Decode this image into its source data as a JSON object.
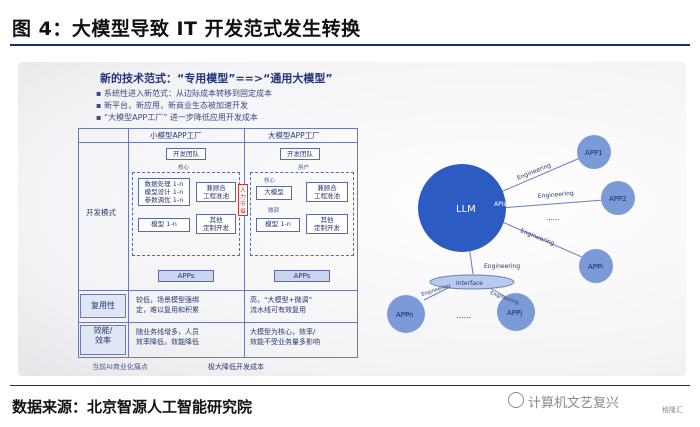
{
  "figure": {
    "title": "图 4：大模型导致 IT 开发范式发生转换",
    "source": "数据来源：北京智源人工智能研究院",
    "watermark": "计算机文艺复兴",
    "watermark_small": "格隆汇"
  },
  "slide": {
    "headline": "新的技术范式：“专用模型”==>“通用大模型”",
    "bullets": [
      "▪ 系统性进入新范式：从边际成本转移到固定成本",
      "▪ 新平台，新应用，新商业生态被加速开发",
      "▪ “大模型APP工厂” 进一步降低应用开发成本"
    ],
    "col_small": "小模型APP工厂",
    "col_large": "大模型APP工厂",
    "row_dev": "开发模式",
    "row_reuse": "复用性",
    "row_eff": "效能/\n效率",
    "left": {
      "team": "开发团队",
      "core": "核心",
      "box1": "数据处理 1-n\n模型设计 1-n\n参数调优 1-n",
      "box2": "兼顾合\n工程准池",
      "box3": "模型 1-n",
      "box4": "其他\n定制开发",
      "apps": "APPs"
    },
    "right": {
      "team": "开发团队",
      "user": "用户",
      "box1": "核心",
      "box2": "大模型",
      "box3": "兼顾合\n工程准池",
      "box4": "微调",
      "box5": "模型 1-n",
      "box6": "其他\n定制开发",
      "apps": "APPs",
      "red_tag": "人力\n节省"
    },
    "reuse_small": "较低，场景模型强绑\n定，难以复用和积累",
    "reuse_large": "高，“大模型+微调”\n流水线可有效复用",
    "eff_small": "随业务线增多，人员\n效率降低，效能降低",
    "eff_large": "大模型为核心，效率/\n效能不受业务量多影响",
    "footer_left": "当前AI商业化痛点",
    "footer_right": "极大降低开发成本"
  },
  "network": {
    "center": "LLM",
    "apis": "APIs",
    "interface": "Interface",
    "edge_label": "Engineering",
    "dots": "......",
    "apps_top": [
      "APP1",
      "APP2",
      "APPi"
    ],
    "apps_bottom": [
      "APPn",
      "......",
      "APPj"
    ]
  },
  "colors": {
    "llm": "#2c5cc2",
    "app_node": "#7a9ad8",
    "interface": "#b7cbef",
    "rule": "#1a2a78"
  }
}
